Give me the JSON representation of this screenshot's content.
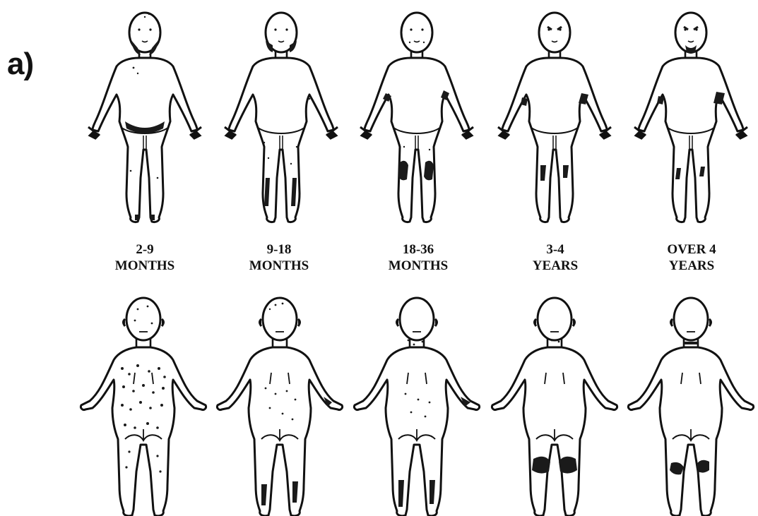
{
  "panel_label": "a)",
  "stages": [
    {
      "line1": "2-9",
      "line2": "MONTHS"
    },
    {
      "line1": "9-18",
      "line2": "MONTHS"
    },
    {
      "line1": "18-36",
      "line2": "MONTHS"
    },
    {
      "line1": "3-4",
      "line2": "YEARS"
    },
    {
      "line1": "OVER 4",
      "line2": "YEARS"
    }
  ],
  "colors": {
    "ink": "#111111",
    "lesion": "#1a1a1a",
    "background": "#ffffff"
  }
}
